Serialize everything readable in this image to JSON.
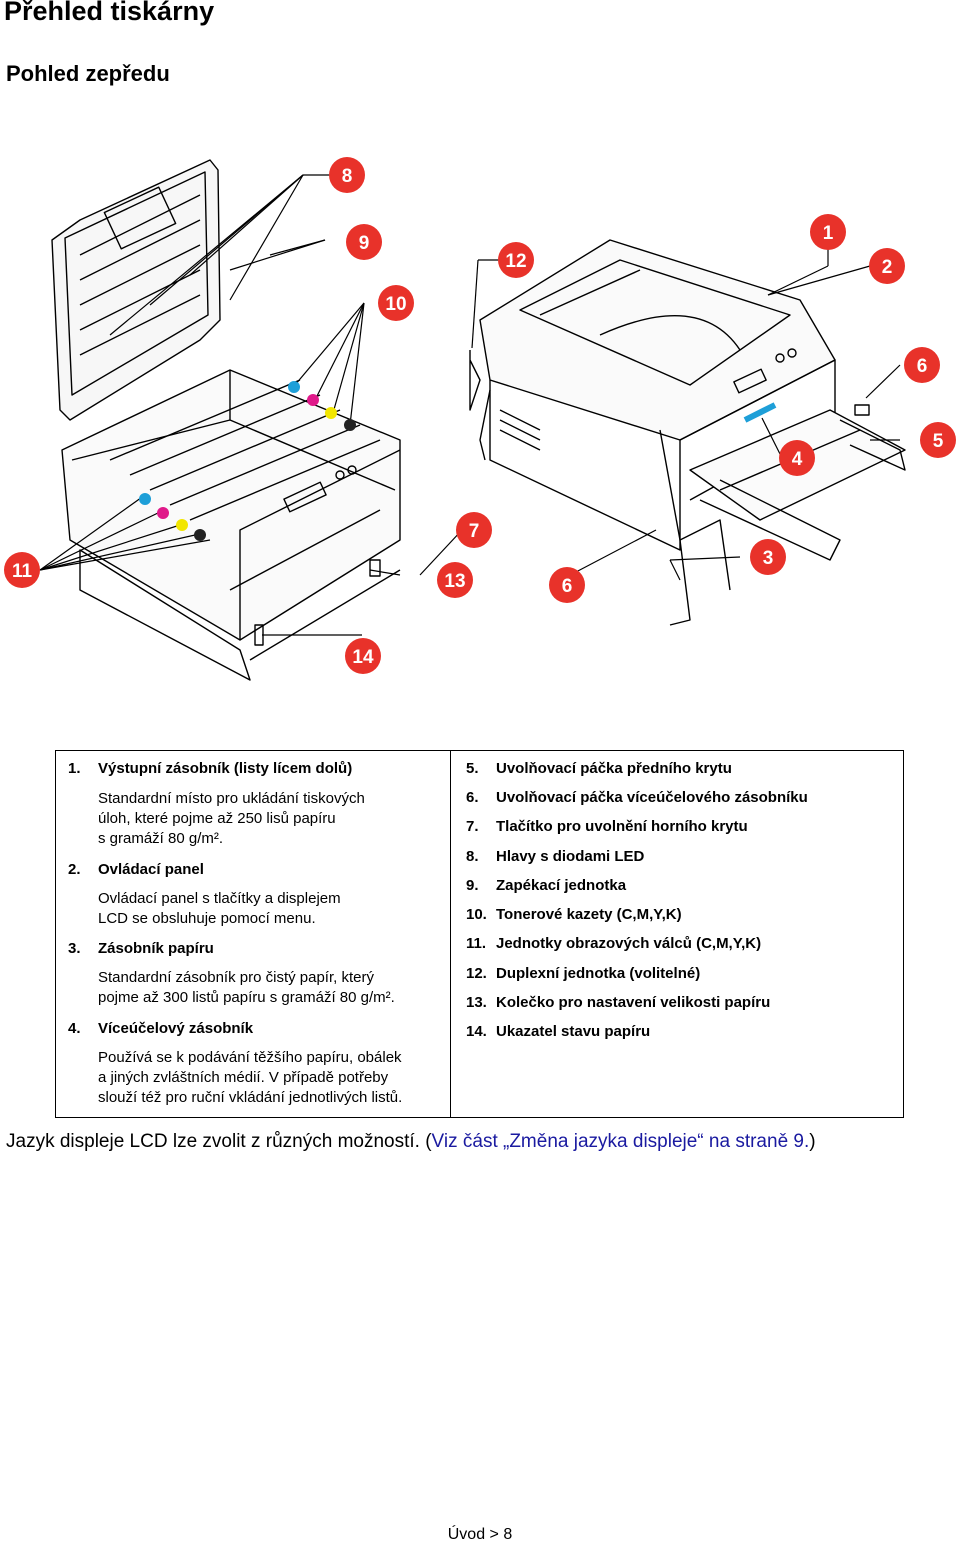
{
  "page": {
    "title": "Přehled tiskárny",
    "subtitle": "Pohled zepředu"
  },
  "callouts": [
    {
      "number": "8",
      "color": "#e8322a"
    },
    {
      "number": "9",
      "color": "#e8322a"
    },
    {
      "number": "10",
      "color": "#e8322a"
    },
    {
      "number": "12",
      "color": "#e8322a"
    },
    {
      "number": "1",
      "color": "#e8322a"
    },
    {
      "number": "2",
      "color": "#e8322a"
    },
    {
      "number": "6",
      "color": "#e8322a"
    },
    {
      "number": "5",
      "color": "#e8322a"
    },
    {
      "number": "4",
      "color": "#e8322a"
    },
    {
      "number": "7",
      "color": "#e8322a"
    },
    {
      "number": "3",
      "color": "#e8322a"
    },
    {
      "number": "11",
      "color": "#e8322a"
    },
    {
      "number": "13",
      "color": "#e8322a"
    },
    {
      "number": "6",
      "color": "#e8322a"
    },
    {
      "number": "14",
      "color": "#e8322a"
    }
  ],
  "toner_dots": {
    "cyan": "#1e9fd8",
    "magenta": "#e0198a",
    "yellow": "#f2e600",
    "black": "#222222"
  },
  "legend": {
    "left": [
      {
        "num": "1.",
        "title": "Výstupní zásobník (listy lícem dolů)",
        "desc": "Standardní místo pro ukládání tiskových\núloh, které pojme až 250 lisů papíru\ns gramáží 80 g/m²."
      },
      {
        "num": "2.",
        "title": "Ovládací panel",
        "desc": "Ovládací panel s tlačítky a displejem\nLCD se obsluhuje pomocí menu."
      },
      {
        "num": "3.",
        "title": "Zásobník papíru",
        "desc": "Standardní zásobník pro čistý papír, který\npojme až 300 listů papíru s gramáží 80 g/m²."
      },
      {
        "num": "4.",
        "title": "Víceúčelový zásobník",
        "desc": "Používá se k podávání těžšího papíru, obálek\na jiných zvláštních médií. V případě potřeby\nslouží též pro ruční vkládání jednotlivých listů."
      }
    ],
    "right": [
      {
        "num": "5.",
        "title": "Uvolňovací páčka předního krytu"
      },
      {
        "num": "6.",
        "title": "Uvolňovací páčka víceúčelového zásobníku"
      },
      {
        "num": "7.",
        "title": "Tlačítko pro uvolnění horního krytu"
      },
      {
        "num": "8.",
        "title": "Hlavy s diodami LED"
      },
      {
        "num": "9.",
        "title": "Zapékací jednotka"
      },
      {
        "num": "10.",
        "title": "Tonerové kazety (C,M,Y,K)"
      },
      {
        "num": "11.",
        "title": "Jednotky obrazových válců (C,M,Y,K)"
      },
      {
        "num": "12.",
        "title": "Duplexní jednotka (volitelné)"
      },
      {
        "num": "13.",
        "title": "Kolečko pro nastavení velikosti papíru"
      },
      {
        "num": "14.",
        "title": "Ukazatel stavu papíru"
      }
    ]
  },
  "footnote": {
    "text": "Jazyk displeje LCD lze zvolit z různých možností. (",
    "link": "Viz část „Změna jazyka displeje“ na straně 9.",
    "end": ")"
  },
  "footer": {
    "page_label": "Úvod > 8"
  }
}
